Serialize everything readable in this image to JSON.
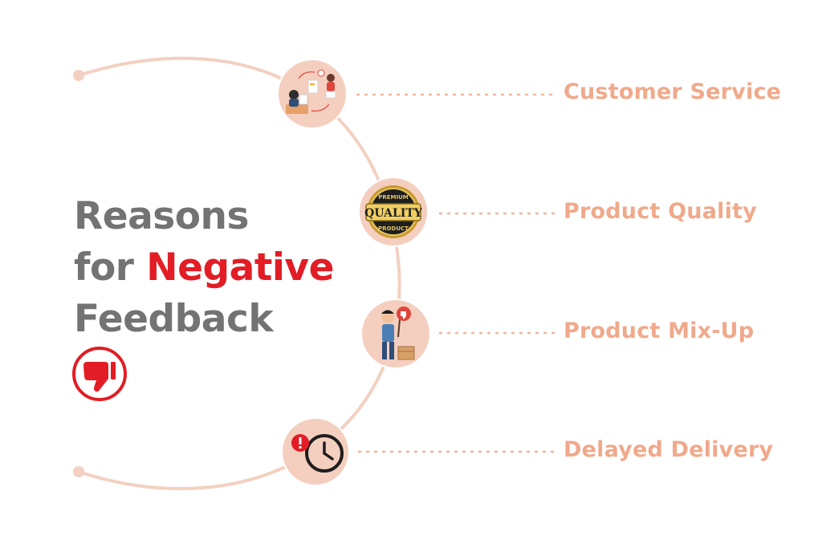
{
  "title": {
    "line1": "Reasons",
    "line2_prefix": "for ",
    "line2_accent": "Negative",
    "line3": "Feedback"
  },
  "items": [
    {
      "label": "Customer Service",
      "icon": "customer-service-icon"
    },
    {
      "label": "Product Quality",
      "icon": "quality-badge-icon"
    },
    {
      "label": "Product Mix-Up",
      "icon": "angry-customer-icon"
    },
    {
      "label": "Delayed Delivery",
      "icon": "clock-alert-icon"
    }
  ],
  "badge": {
    "text": "QUALITY",
    "top_text": "PREMIUM",
    "bottom_text": "PRODUCT"
  },
  "colors": {
    "accent": "#e21d25",
    "title": "#737373",
    "label": "#f0a98b",
    "arc": "#f3d0c1",
    "circle": "#f4cfbf"
  }
}
